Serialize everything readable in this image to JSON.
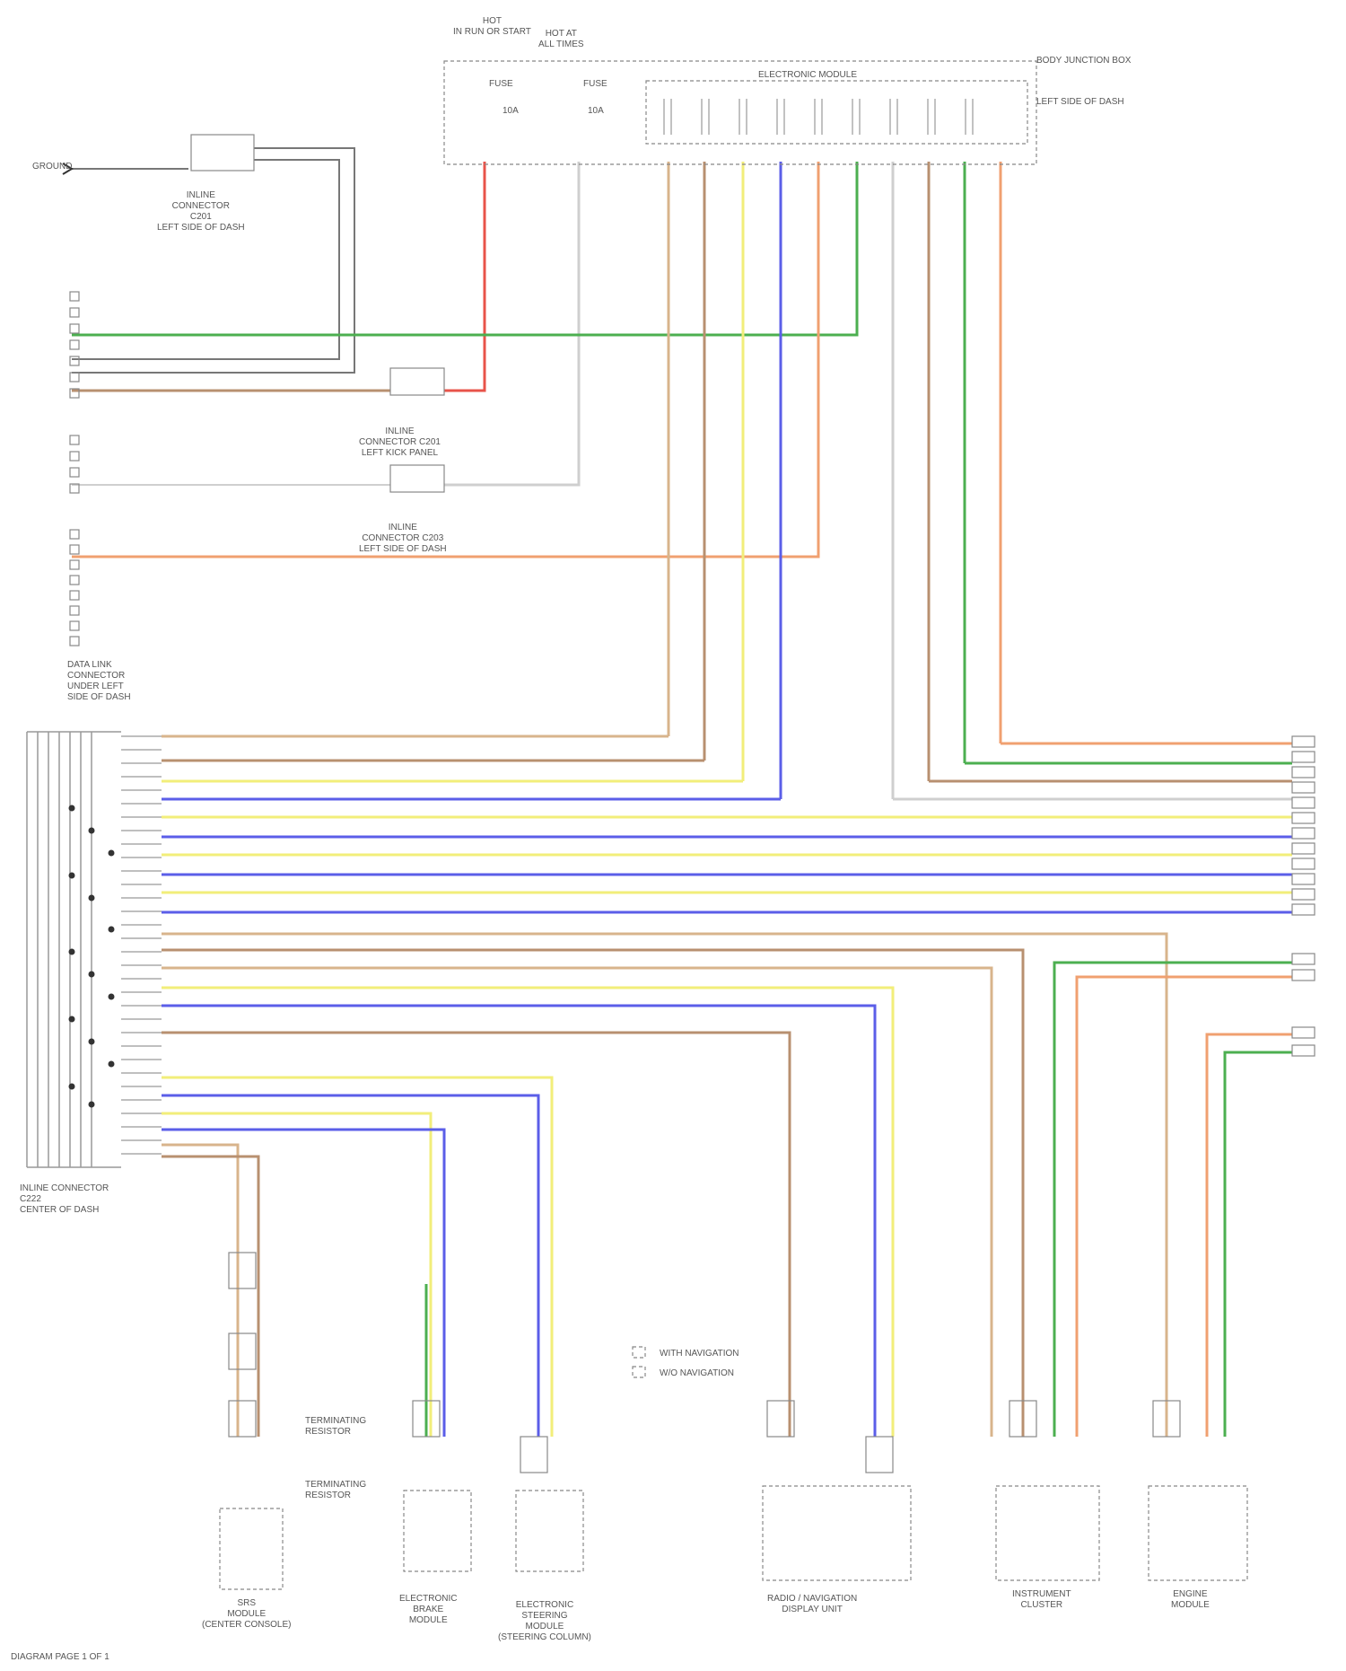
{
  "labels": {
    "fuse_a": "HOT\nIN RUN OR START",
    "fuse_b": "HOT AT\nALL TIMES",
    "fuse_a_name": "FUSE",
    "fuse_b_name": "FUSE",
    "fuse_amp_a": "10A",
    "fuse_amp_b": "10A",
    "bjb_title": "BODY JUNCTION BOX",
    "bjb_side": "LEFT SIDE OF DASH",
    "module_title": "ELECTRONIC MODULE",
    "gnd_label": "GROUND",
    "conn1": "INLINE\nCONNECTOR\nC201\nLEFT SIDE OF DASH",
    "conn2": "INLINE\nCONNECTOR C201\nLEFT KICK PANEL",
    "conn3": "INLINE\nCONNECTOR C203\nLEFT SIDE OF DASH",
    "conn4": "DATA LINK\nCONNECTOR\nUNDER LEFT\nSIDE OF DASH",
    "conn5": "INLINE CONNECTOR\nC222\nCENTER OF DASH",
    "legend_1": "WITH NAVIGATION",
    "legend_2": "W/O NAVIGATION",
    "mod_1": "SRS\nMODULE\n(CENTER CONSOLE)",
    "mod_2": "ELECTRONIC\nBRAKE\nMODULE",
    "mod_3": "ELECTRONIC\nSTEERING\nMODULE\n(STEERING COLUMN)",
    "mod_4": "RADIO / NAVIGATION\nDISPLAY UNIT",
    "mod_5": "INSTRUMENT\nCLUSTER",
    "mod_6": "ENGINE\nMODULE",
    "split_1": "TERMINATING\nRESISTOR",
    "split_2": "TERMINATING\nRESISTOR",
    "footer": "DIAGRAM PAGE 1 OF 1"
  },
  "colors": {
    "red": "#e8534a",
    "green": "#4caf50",
    "yellow": "#f2ee7a",
    "blue": "#5b5ee8",
    "orange": "#f0a070",
    "tan": "#d8b48c",
    "brown": "#b89070",
    "gray": "#777777",
    "ltgray": "#cfcfcf"
  }
}
